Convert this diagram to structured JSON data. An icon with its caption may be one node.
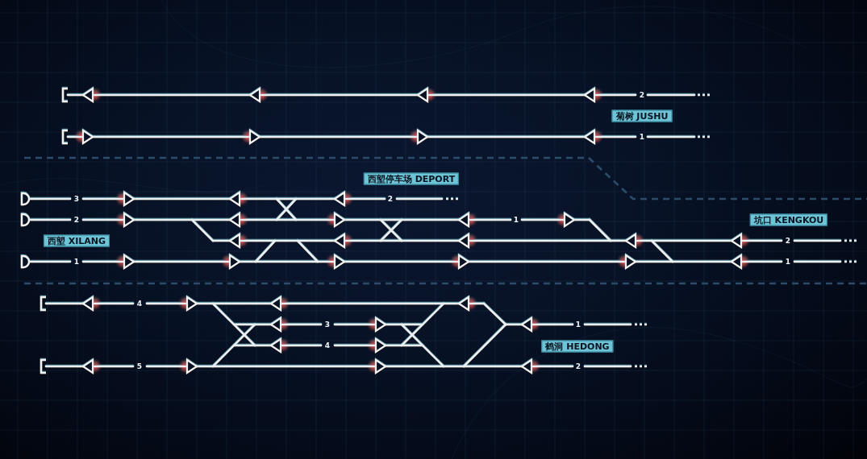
{
  "diagram": {
    "nodes": [
      {
        "text": [
          "菊树 JUSHU"
        ]
      },
      {
        "text": [
          "西塱停车场 DEPORT"
        ]
      },
      {
        "text": [
          "坑口 KENGKOU"
        ]
      },
      {
        "text": [
          "西塱 XILANG"
        ]
      },
      {
        "text": [
          "鹤洞 HEDONG"
        ]
      }
    ],
    "labels": [
      "2",
      "1",
      "3",
      "2",
      "2",
      "1",
      "2",
      "1",
      "1",
      "4",
      "3",
      "1",
      "4",
      "5",
      "2"
    ]
  }
}
